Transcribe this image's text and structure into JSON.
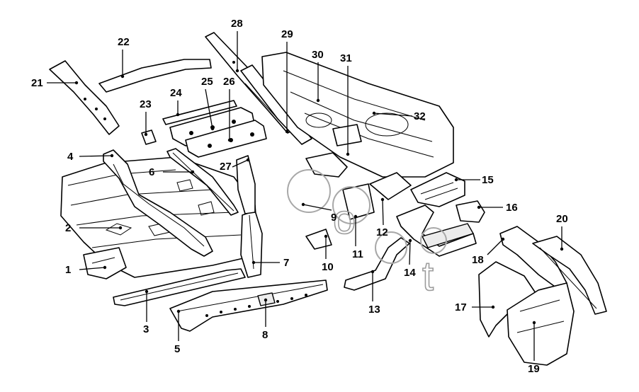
{
  "diagram": {
    "callouts": [
      "1",
      "2",
      "3",
      "4",
      "5",
      "6",
      "7",
      "8",
      "9",
      "10",
      "11",
      "12",
      "13",
      "14",
      "15",
      "16",
      "17",
      "18",
      "19",
      "20",
      "21",
      "22",
      "23",
      "24",
      "25",
      "26",
      "27",
      "28",
      "29",
      "30",
      "31",
      "32"
    ]
  },
  "watermark": {
    "text_top": "o",
    "text_bottom": "t"
  }
}
